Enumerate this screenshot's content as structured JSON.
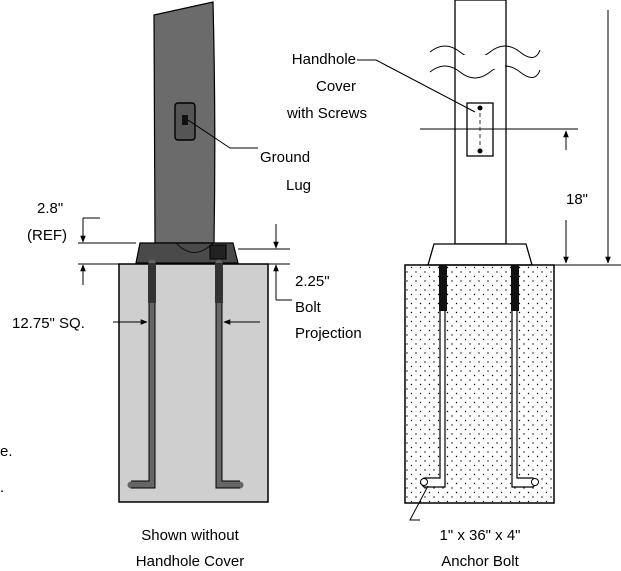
{
  "left_view": {
    "ground_lug": [
      "Ground",
      "Lug"
    ],
    "base_height": [
      "2.8\"",
      "(REF)"
    ],
    "bolt_projection": [
      "2.25\"",
      "Bolt",
      "Projection"
    ],
    "foundation_width": "12.75\" SQ.",
    "caption": [
      "Shown without",
      "Handhole Cover"
    ]
  },
  "right_view": {
    "handhole": [
      "Handhole",
      "Cover",
      "with Screws"
    ],
    "height_dim": "18\"",
    "anchor_bolt": [
      "1\" x 36\" x 4\"",
      "Anchor Bolt"
    ]
  },
  "edge_fragments": [
    "e.",
    "."
  ],
  "colors": {
    "pole_fill": "#6b6b6b",
    "foundation_fill": "#cfcfcf",
    "base_fill": "#4a4a4a",
    "line": "#000000"
  }
}
